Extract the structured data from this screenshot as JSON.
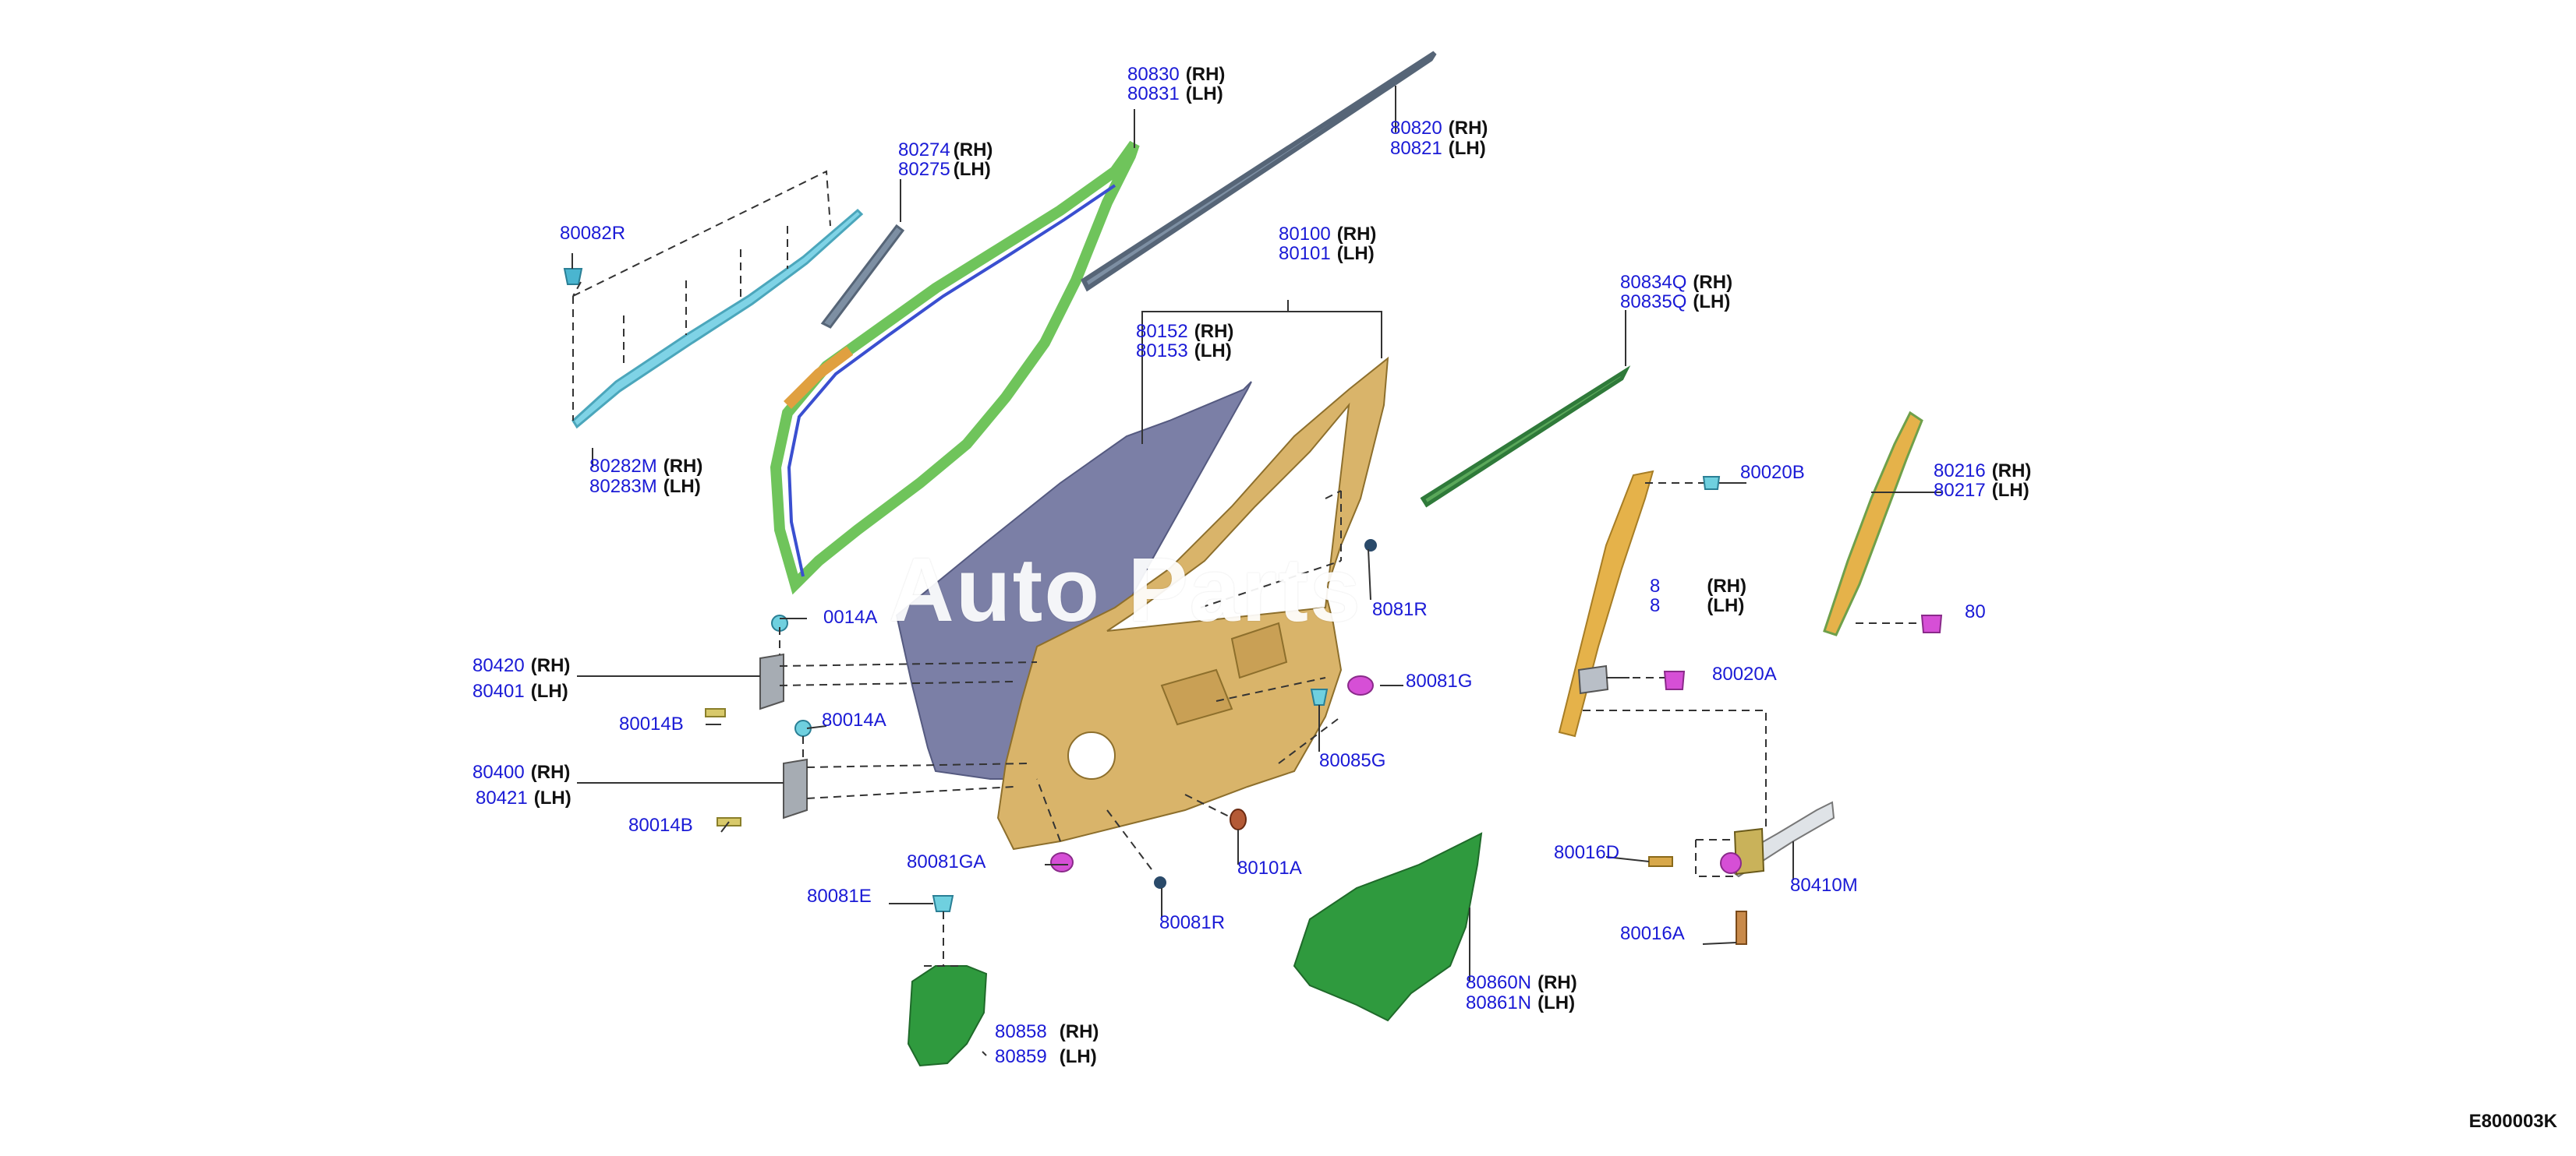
{
  "diagram_code": "E800003K",
  "watermark": "Auto Parts",
  "side_rh": "(RH)",
  "side_lh": "(LH)",
  "colors": {
    "part_number": "#1a1ad6",
    "door_panel": "#d9b46a",
    "door_outer": "#7b7fa6",
    "weatherstrip_green": "#6fc45b",
    "weatherstrip_blue": "#3a4fd0",
    "trim_green": "#2f9a3e",
    "moulding_cyan": "#7fd3e6",
    "rail_grey": "#7d8fa3",
    "clip_magenta": "#d64fd6",
    "plug_brown": "#b45a36",
    "hinge_grey": "#a6acb3"
  },
  "labels": {
    "p80082R": "80082R",
    "p80282M": "80282M",
    "p80283M": "80283M",
    "p80274": "80274",
    "p80275": "80275",
    "p80830": "80830",
    "p80831": "80831",
    "p80820": "80820",
    "p80821": "80821",
    "p80100": "80100",
    "p80101": "80101",
    "p80152": "80152",
    "p80153": "80153",
    "p80834Q": "80834Q",
    "p80835Q": "80835Q",
    "p80020B": "80020B",
    "p80216": "80216",
    "p80217": "80217",
    "p80014A_top": "0014A",
    "p80081R_mid": "8081R",
    "p80420": "80420",
    "p80401": "80401",
    "p80014B_a": "80014B",
    "p80014A": "80014A",
    "p80400": "80400",
    "p80421": "80421",
    "p80014B_b": "80014B",
    "p80081G": "80081G",
    "p80085G": "80085G",
    "p80020A": "80020A",
    "p80081GA": "80081GA",
    "p80101A": "80101A",
    "p80081E": "80081E",
    "p80081R": "80081R",
    "p80016D": "80016D",
    "p80410M": "80410M",
    "p80016A": "80016A",
    "p80860N": "80860N",
    "p80861N": "80861N",
    "p80858": "80858",
    "p80859": "80859",
    "p_partial_1": "8",
    "p_partial_2": "8",
    "p_partial_3": "80"
  }
}
